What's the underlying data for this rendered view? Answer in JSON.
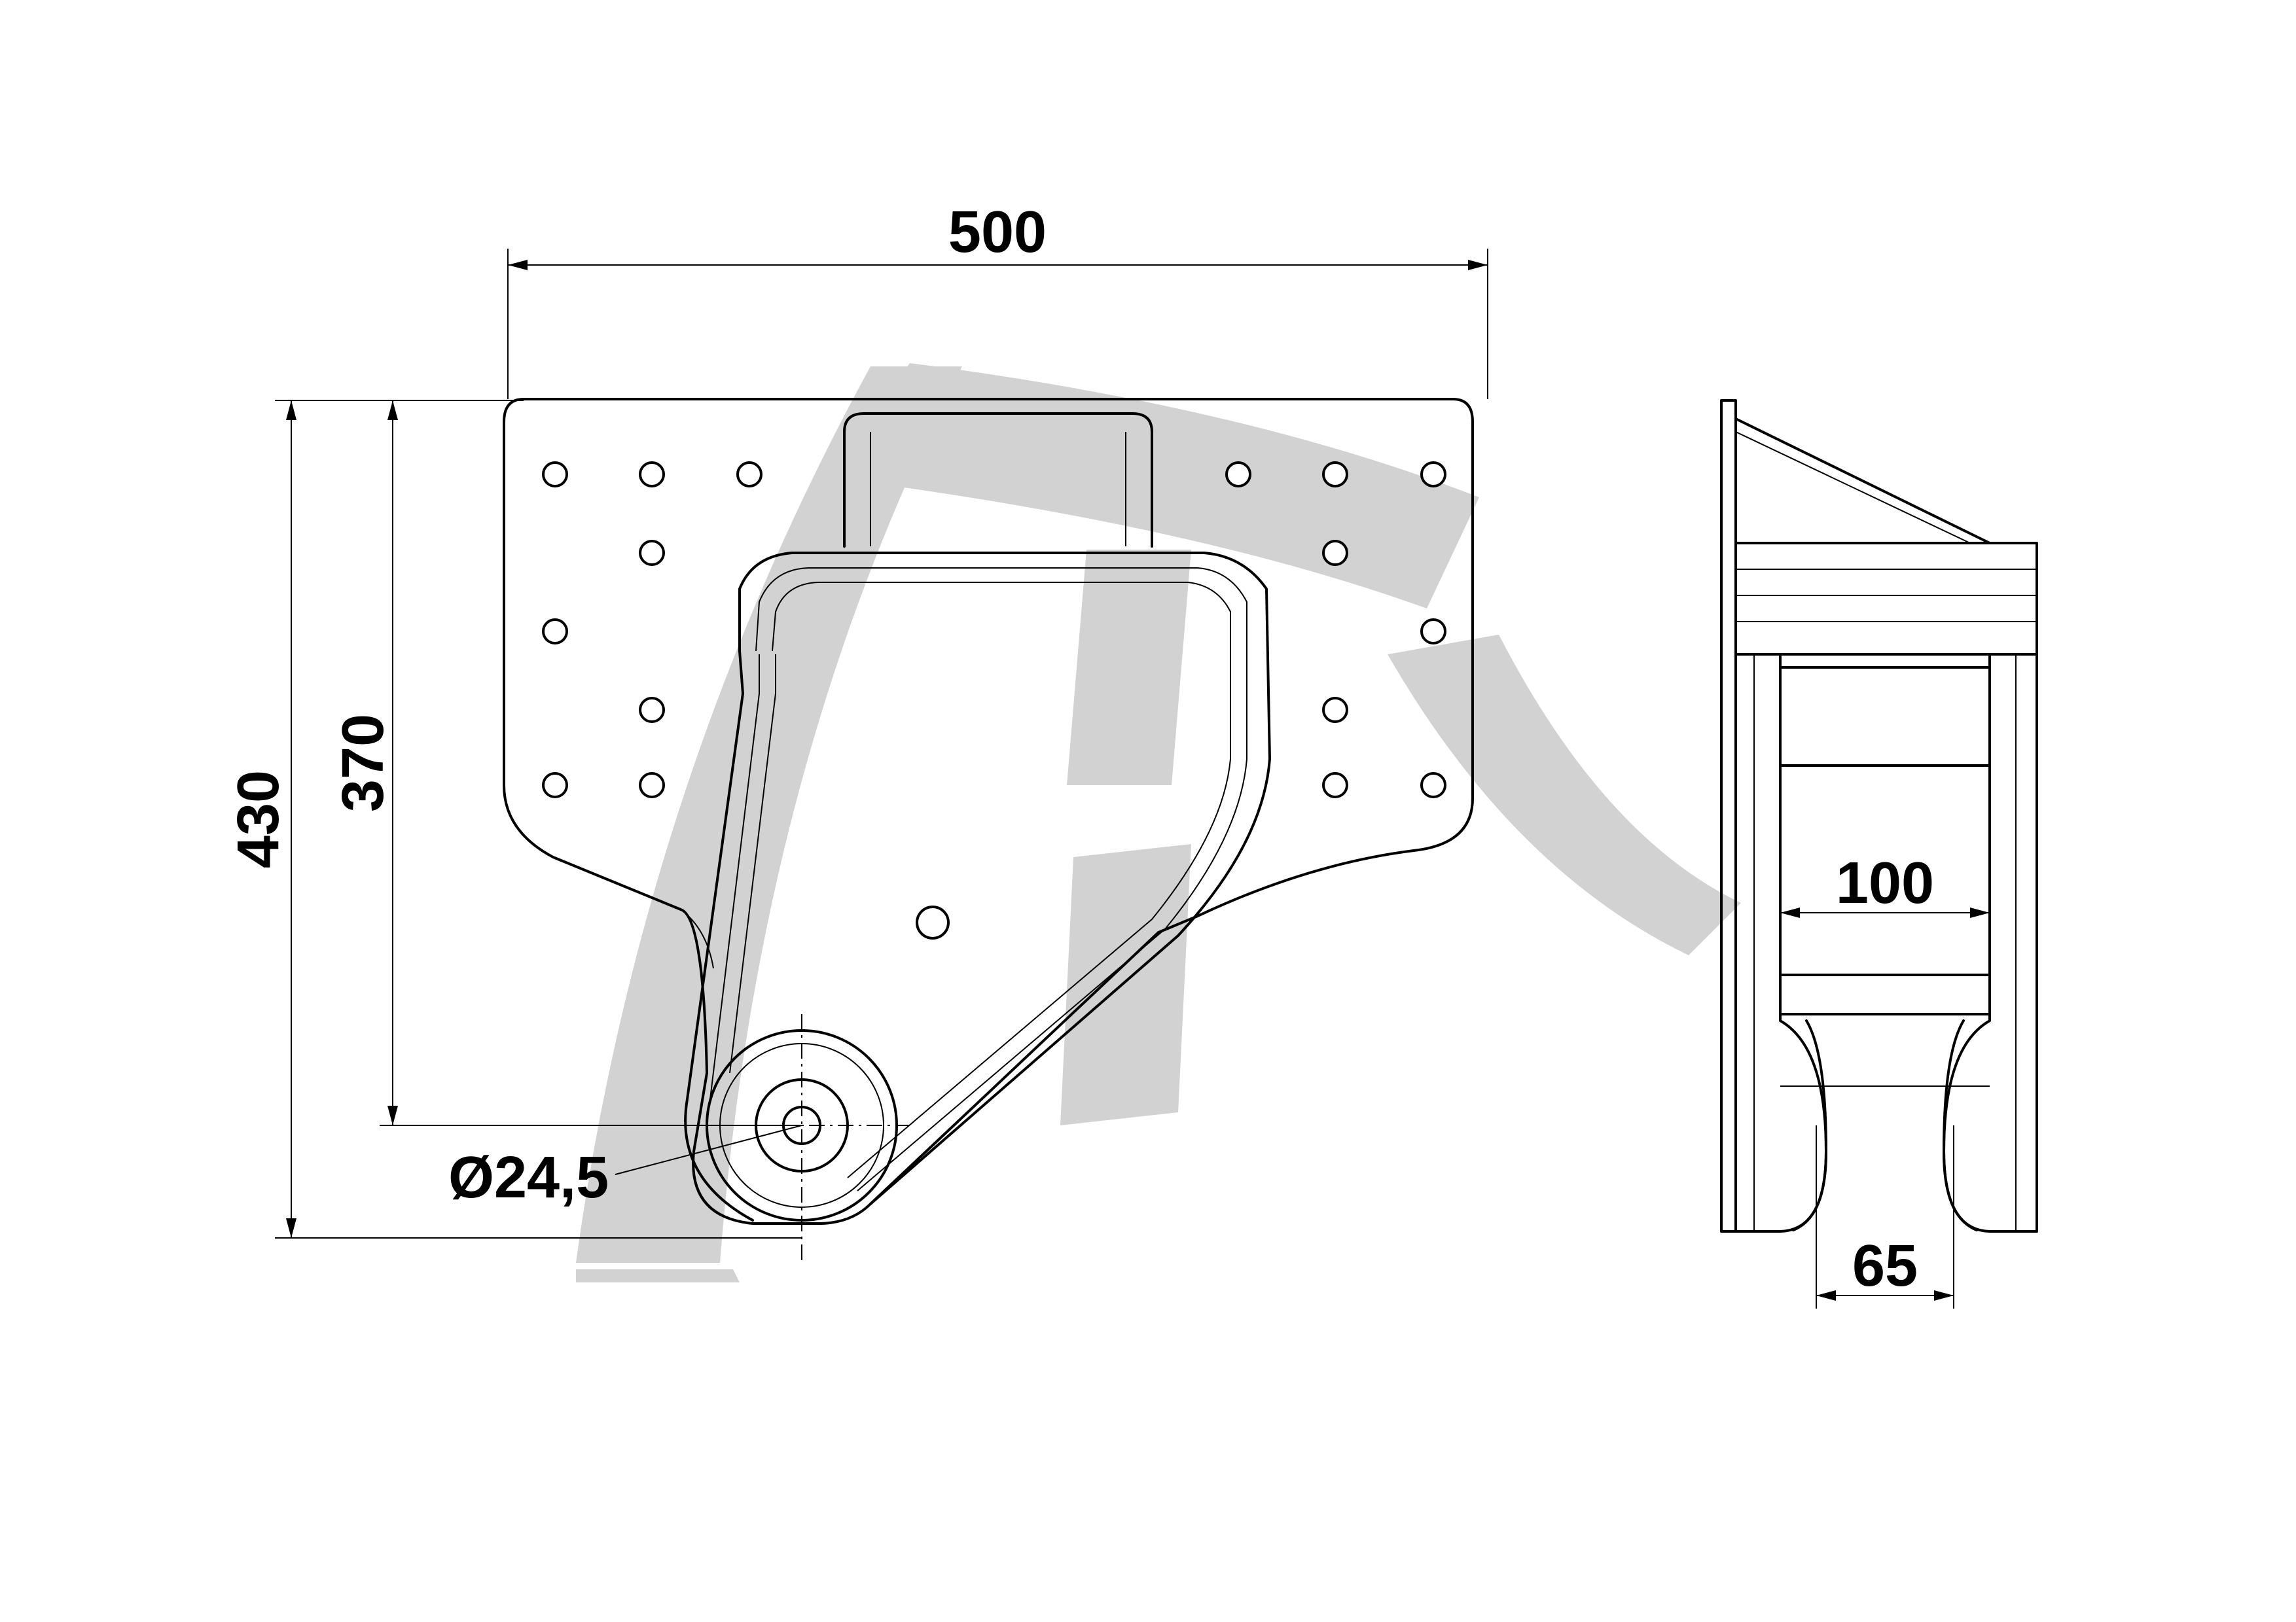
{
  "dimensions": {
    "overall_width": "500",
    "overall_height": "430",
    "pivot_height": "370",
    "bore_diameter": "Ø24,5",
    "inner_width": "100",
    "roller_width": "65"
  },
  "colors": {
    "line": "#000000",
    "watermark": "#d2d2d2",
    "background": "#ffffff"
  }
}
